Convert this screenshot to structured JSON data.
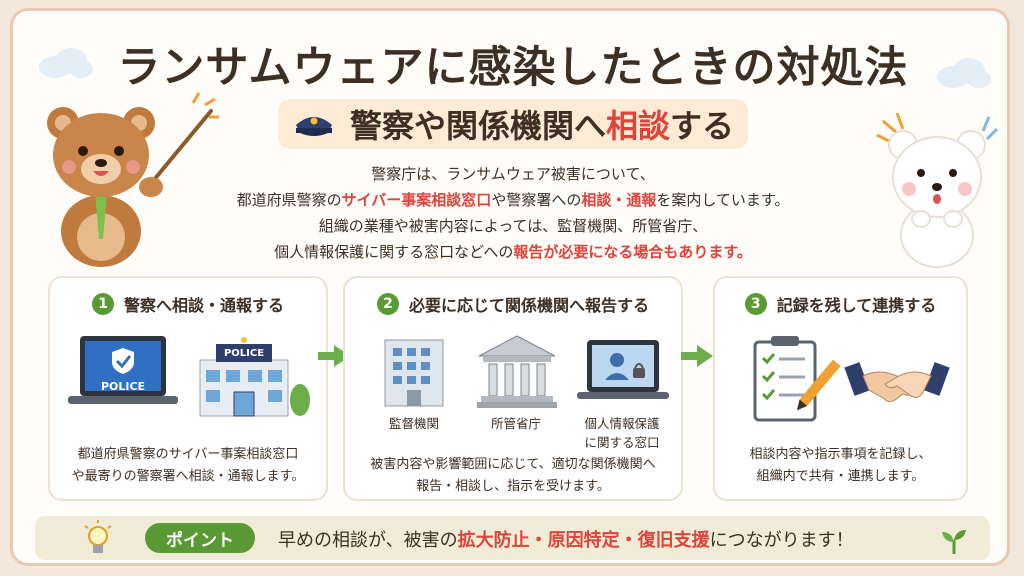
{
  "title": "ランサムウェアに感染したときの対処法",
  "subtitle": {
    "prefix": "警察や関係機関へ",
    "highlight": "相談",
    "suffix": "する"
  },
  "intro": {
    "line1": "警察庁は、ランサムウェア被害について、",
    "line2_a": "都道府県警察の",
    "line2_b": "サイバー事案相談窓口",
    "line2_c": "や警察署への",
    "line2_d": "相談・通報",
    "line2_e": "を案内しています。",
    "line3": "組織の業種や被害内容によっては、監督機関、所管省庁、",
    "line4_a": "個人情報保護に関する窓口などへの",
    "line4_b": "報告が必要になる場合もあります。"
  },
  "steps": [
    {
      "num": "1",
      "title": "警察へ相談・通報する",
      "laptop_label": "POLICE",
      "building_label": "POLICE",
      "desc1": "都道府県警察のサイバー事案相談窓口",
      "desc2": "や最寄りの警察署へ相談・通報します。"
    },
    {
      "num": "2",
      "title": "必要に応じて関係機関へ報告する",
      "cap1": "監督機関",
      "cap2": "所管省庁",
      "cap3a": "個人情報保護",
      "cap3b": "に関する窓口",
      "desc1": "被害内容や影響範囲に応じて、適切な関係機関へ",
      "desc2": "報告・相談し、指示を受けます。"
    },
    {
      "num": "3",
      "title": "記録を残して連携する",
      "desc1": "相談内容や指示事項を記録し、",
      "desc2": "組織内で共有・連携します。"
    }
  ],
  "point": {
    "badge": "ポイント",
    "text_a": "早めの相談が、被害の",
    "text_b": "拡大防止・原因特定・復旧支援",
    "text_c": "につながります！"
  },
  "colors": {
    "accent_red": "#e0433a",
    "accent_green": "#5a9a35",
    "text": "#3d2f24"
  }
}
